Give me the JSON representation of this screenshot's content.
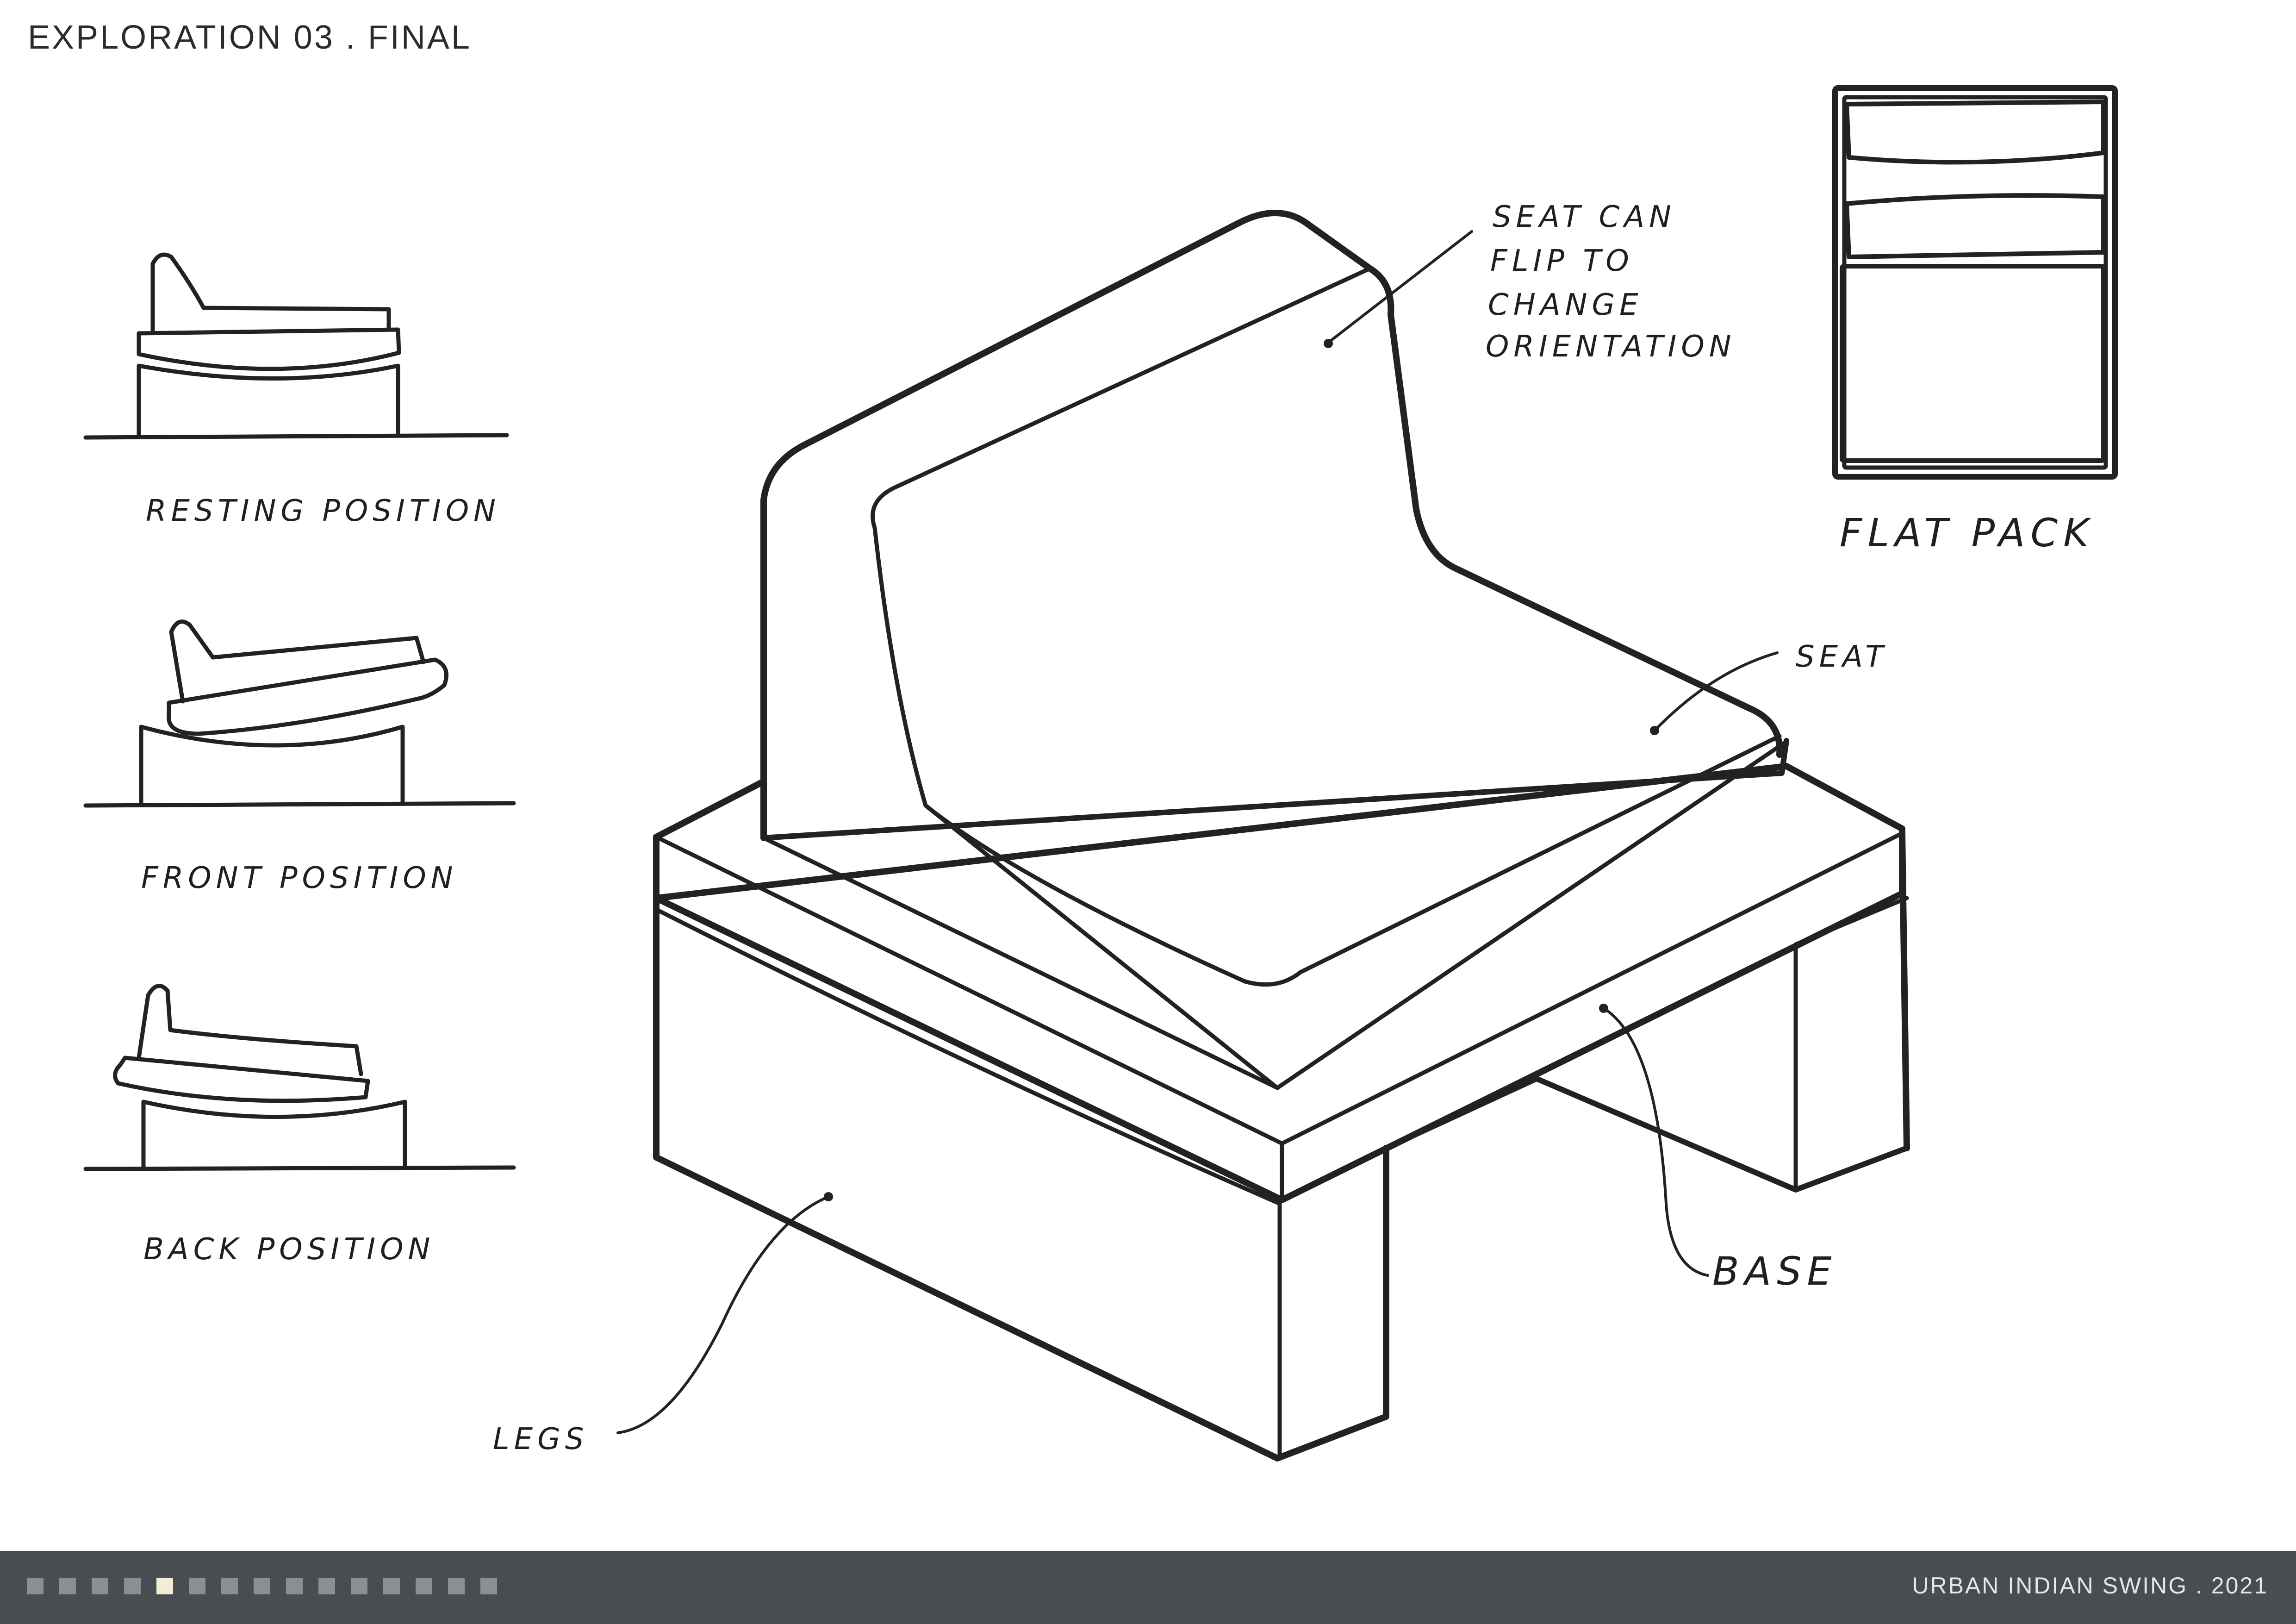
{
  "header": {
    "title": "EXPLORATION 03  .  FINAL"
  },
  "positions": {
    "resting": "RESTING POSITION",
    "front": "FRONT POSITION",
    "back": "BACK POSITION"
  },
  "callouts": {
    "seat_flip": [
      "SEAT CAN",
      "FLIP TO",
      "CHANGE",
      "ORIENTATION"
    ],
    "seat": "SEAT",
    "base": "BASE",
    "legs": "LEGS",
    "flat_pack": "FLAT PACK"
  },
  "footer": {
    "page_indicators": 15,
    "active_page": 5,
    "text": "URBAN INDIAN SWING  .  2021"
  },
  "colors": {
    "line": "#222222",
    "footer_bg": "#474d51",
    "active_indicator": "#f3ecd6"
  }
}
